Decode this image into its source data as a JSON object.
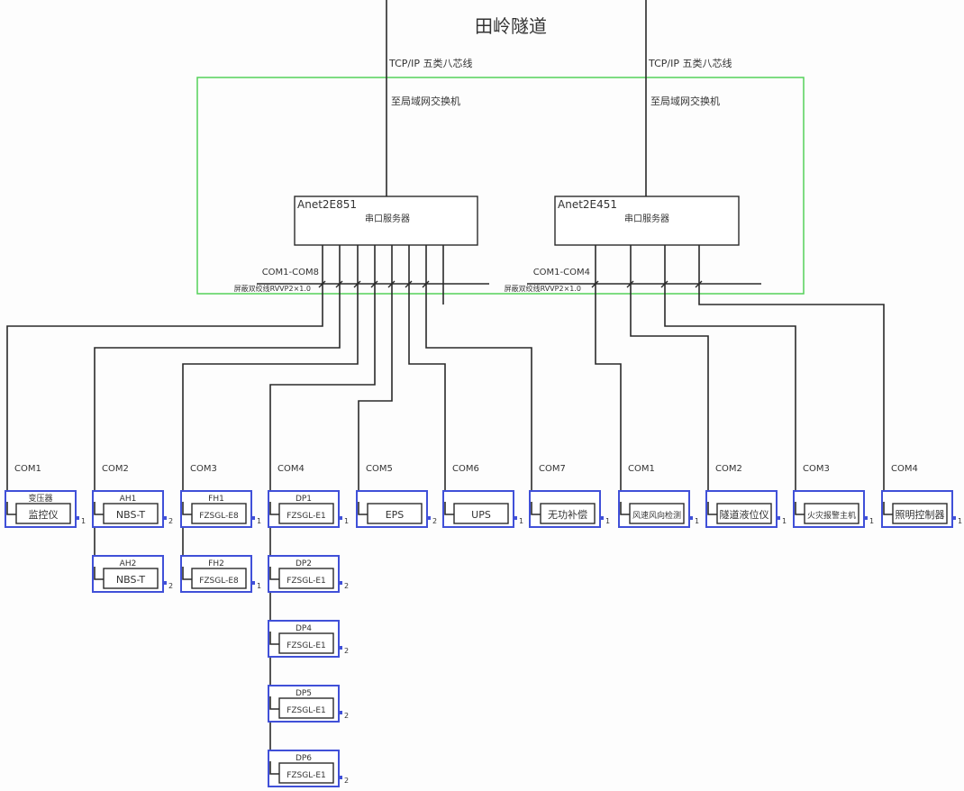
{
  "title": "田岭隧道",
  "uplinks": [
    {
      "cable": "TCP/IP 五类八芯线",
      "dest": "至局域网交换机"
    },
    {
      "cable": "TCP/IP 五类八芯线",
      "dest": "至局域网交换机"
    }
  ],
  "servers": [
    {
      "model": "Anet2E851",
      "name": "串口服务器",
      "ports": "COM1-COM8",
      "cable": "屏蔽双绞线RVVP2×1.0"
    },
    {
      "model": "Anet2E451",
      "name": "串口服务器",
      "ports": "COM1-COM4",
      "cable": "屏蔽双绞线RVVP2×1.0"
    }
  ],
  "groups": [
    {
      "com": "COM1",
      "devices": [
        {
          "tag": "变压器",
          "name": "监控仪",
          "n": "1"
        }
      ]
    },
    {
      "com": "COM2",
      "devices": [
        {
          "tag": "AH1",
          "name": "NBS-T",
          "n": "2"
        },
        {
          "tag": "AH2",
          "name": "NBS-T",
          "n": "2"
        }
      ]
    },
    {
      "com": "COM3",
      "devices": [
        {
          "tag": "FH1",
          "name": "FZSGL-E8",
          "n": "1"
        },
        {
          "tag": "FH2",
          "name": "FZSGL-E8",
          "n": "1"
        }
      ]
    },
    {
      "com": "COM4",
      "devices": [
        {
          "tag": "DP1",
          "name": "FZSGL-E1",
          "n": "1"
        },
        {
          "tag": "DP2",
          "name": "FZSGL-E1",
          "n": "2"
        },
        {
          "tag": "DP4",
          "name": "FZSGL-E1",
          "n": "2"
        },
        {
          "tag": "DP5",
          "name": "FZSGL-E1",
          "n": "2"
        },
        {
          "tag": "DP6",
          "name": "FZSGL-E1",
          "n": "2"
        }
      ]
    },
    {
      "com": "COM5",
      "devices": [
        {
          "tag": "",
          "name": "EPS",
          "n": "2"
        }
      ]
    },
    {
      "com": "COM6",
      "devices": [
        {
          "tag": "",
          "name": "UPS",
          "n": "1"
        }
      ]
    },
    {
      "com": "COM7",
      "devices": [
        {
          "tag": "",
          "name": "无功补偿",
          "n": "1"
        }
      ]
    },
    {
      "com": "COM1",
      "devices": [
        {
          "tag": "",
          "name": "风速风向检测",
          "n": "1"
        }
      ]
    },
    {
      "com": "COM2",
      "devices": [
        {
          "tag": "",
          "name": "隧道液位仪",
          "n": "1"
        }
      ]
    },
    {
      "com": "COM3",
      "devices": [
        {
          "tag": "",
          "name": "火灾报警主机",
          "n": "1"
        }
      ]
    },
    {
      "com": "COM4",
      "devices": [
        {
          "tag": "",
          "name": "照明控制器",
          "n": "1"
        }
      ]
    }
  ],
  "colors": {
    "frame": "#55d15a",
    "device_outer": "#4050d8",
    "wire": "#2a2a2a"
  }
}
